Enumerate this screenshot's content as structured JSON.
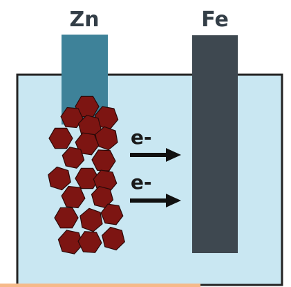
{
  "labels": {
    "zinc": "Zn",
    "iron": "Fe",
    "electron_top": "e-",
    "electron_bottom": "e-"
  },
  "colors": {
    "solution": "#c9e7f2",
    "container_outline": "#222222",
    "zinc_electrode": "#3e8299",
    "iron_electrode": "#3e4850",
    "rust_fill": "#7d1512",
    "rust_edge": "#2a0908",
    "arrow": "#111111",
    "label_text": "#333e47",
    "bottom_stripe": "#f6b98a"
  },
  "icons": {
    "electron_flow": "arrow-right-icon",
    "corrosion": "hexagon-cluster-icon"
  }
}
